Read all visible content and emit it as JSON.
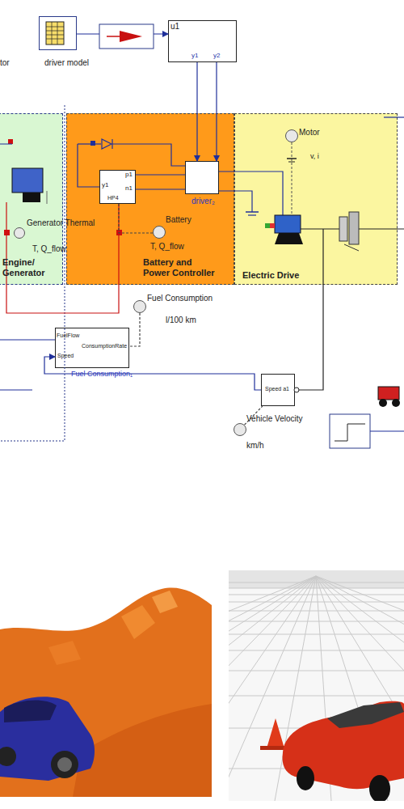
{
  "diagram": {
    "nodes": [
      {
        "text": [
          "driver model"
        ]
      },
      {
        "text": [
          "u1",
          "y1",
          "y2"
        ]
      },
      {
        "text": [
          "Engine/ Generator"
        ]
      },
      {
        "text": [
          "Battery and Power Controller"
        ]
      },
      {
        "text": [
          "Electric Drive"
        ]
      },
      {
        "text": [
          "y1",
          "p1",
          "n1",
          "HP4"
        ],
        "in": 3
      },
      {
        "text": [
          "driver₂"
        ],
        "in": 3
      },
      {
        "text": [
          "Motor",
          "v, i"
        ],
        "in": 4
      },
      {
        "text": [
          "Generator Thermal",
          "T, Q_flow"
        ],
        "in": 2
      },
      {
        "text": [
          "Battery",
          "T, Q_flow"
        ],
        "in": 3
      },
      {
        "text": [
          "Fuel Consumption",
          "l/100 km"
        ]
      },
      {
        "text": [
          "FuelFlow",
          "ConsumptionRate",
          "Speed",
          "Fuel Consumption₁"
        ]
      },
      {
        "text": [
          "Speed a1"
        ]
      },
      {
        "text": [
          "Vehicle Velocity",
          "km/h"
        ]
      }
    ],
    "edges": [
      {
        "from": 0,
        "to": 1,
        "arrow": "to"
      },
      {
        "from": 1,
        "to": 6,
        "arrow": "to"
      },
      {
        "from": 1,
        "to": 6,
        "arrow": "to"
      },
      {
        "from": 5,
        "to": 6,
        "arrow": "none"
      },
      {
        "from": 5,
        "to": 6,
        "arrow": "none"
      },
      {
        "from": 9,
        "to": 5,
        "arrow": "none"
      },
      {
        "from": 10,
        "to": 11,
        "arrow": "none"
      },
      {
        "from": 12,
        "to": 11,
        "arrow": "to"
      },
      {
        "from": 13,
        "to": 12,
        "arrow": "none"
      }
    ],
    "labels": [
      "tor"
    ]
  }
}
